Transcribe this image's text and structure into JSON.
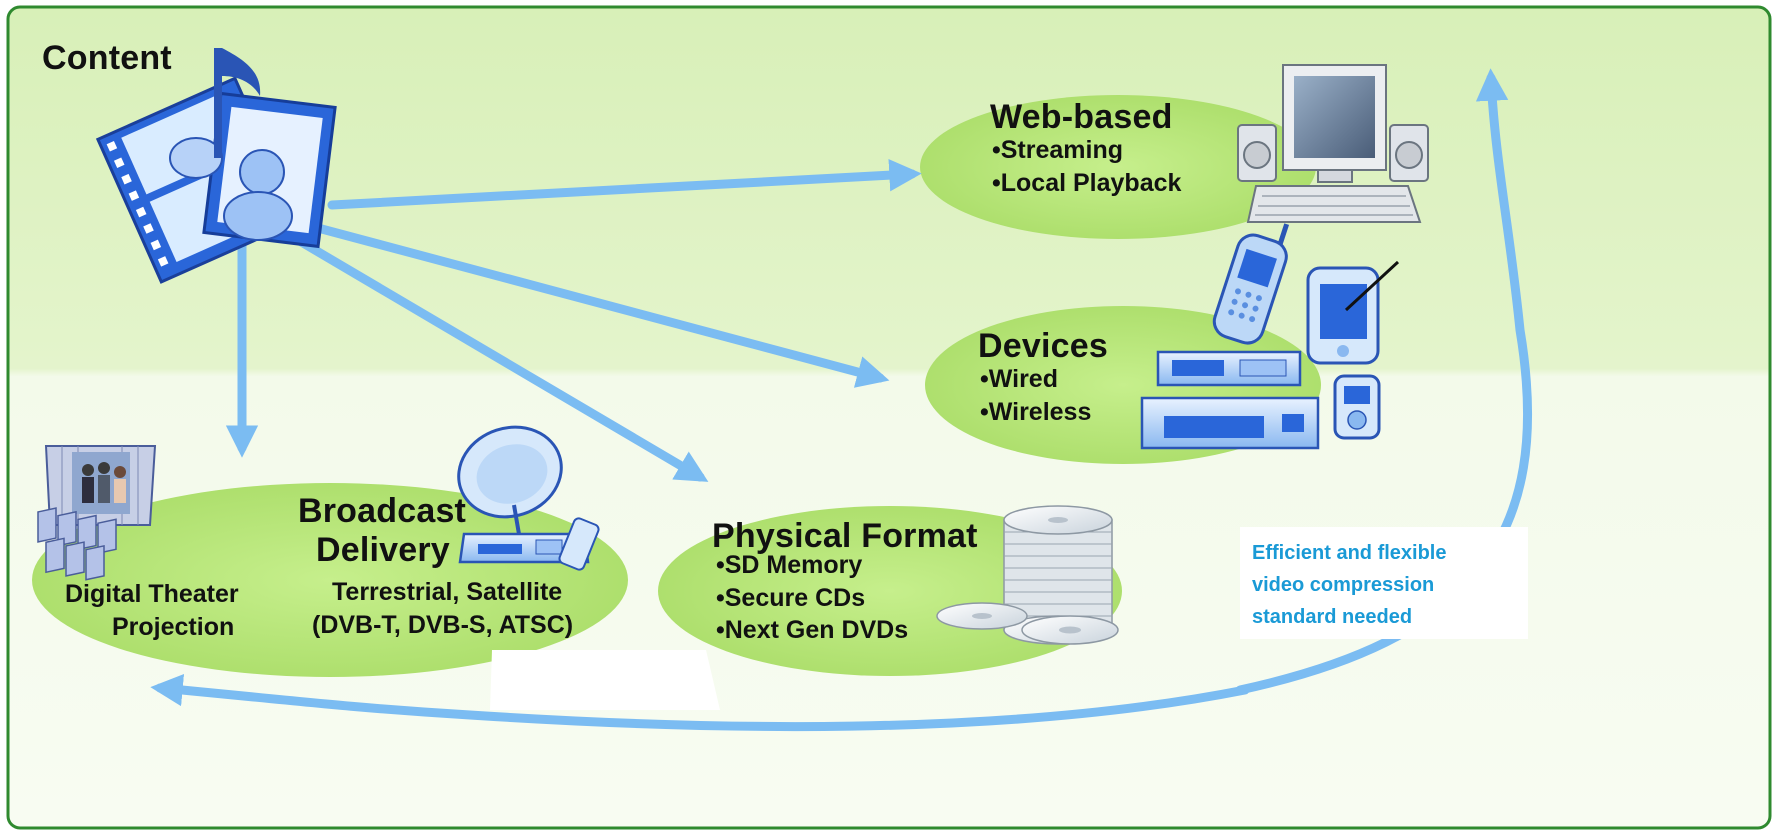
{
  "content": {
    "title": "Content"
  },
  "web": {
    "title": "Web-based",
    "bullets": [
      "•Streaming",
      "•Local Playback"
    ]
  },
  "devices": {
    "title": "Devices",
    "bullets": [
      "•Wired",
      "•Wireless"
    ]
  },
  "physical": {
    "title": "Physical Format",
    "bullets": [
      "•SD Memory",
      "•Secure CDs",
      "•Next Gen DVDs"
    ]
  },
  "broadcast": {
    "title_line1": "Broadcast",
    "title_line2": "Delivery",
    "line1": "Terrestrial, Satellite",
    "line2": "(DVB-T, DVB-S, ATSC)"
  },
  "theater": {
    "line1": "Digital Theater",
    "line2": "Projection"
  },
  "note": {
    "line1": "Efficient and flexible",
    "line2": "video compression",
    "line3": "standard needed"
  },
  "colors": {
    "background_top": "#d8f0b8",
    "background_bottom": "#f6fbef",
    "frame": "#2f8a2f",
    "ellipse": "#b9e87b",
    "arrow": "#7bbcf2",
    "note_text": "#1a9ad6"
  },
  "icons": [
    "media-content-icon",
    "desktop-computer-icon",
    "mobile-phone-icon",
    "pda-icon",
    "set-top-box-icon",
    "music-player-icon",
    "satellite-dish-icon",
    "receiver-icon",
    "disc-stack-icon",
    "cinema-screen-icon"
  ]
}
